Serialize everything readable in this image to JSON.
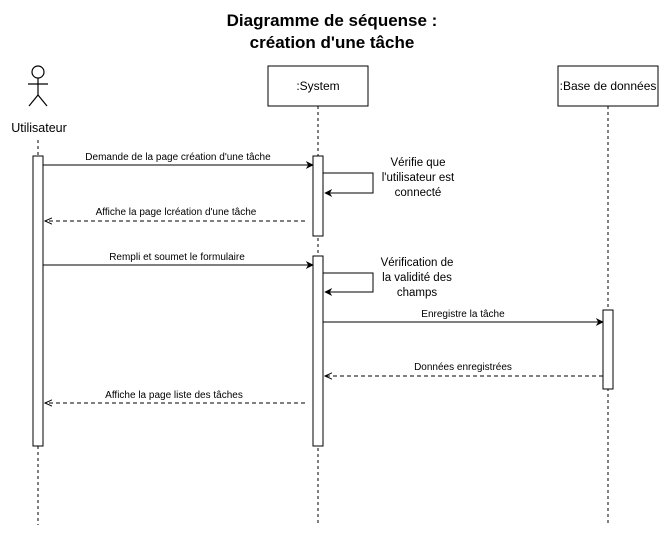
{
  "diagram": {
    "title_line1": "Diagramme de séquense :",
    "title_line2": "création d'une tâche",
    "participants": {
      "actor": "Utilisateur",
      "system": ":System",
      "database": ":Base de données"
    },
    "messages": {
      "m1": "Demande de la page création d'une tâche",
      "m2": "Affiche la page lcréation d'une tâche",
      "m3": "Rempli et soumet le formulaire",
      "m4": "Enregistre la tâche",
      "m5": "Données enregistrées",
      "m6": "Affiche la page liste des tâches"
    },
    "self_notes": {
      "n1_line1": "Vérifie que",
      "n1_line2": "l'utilisateur est",
      "n1_line3": "connecté",
      "n2_line1": "Vérification de",
      "n2_line2": "la validité des",
      "n2_line3": "champs"
    }
  }
}
